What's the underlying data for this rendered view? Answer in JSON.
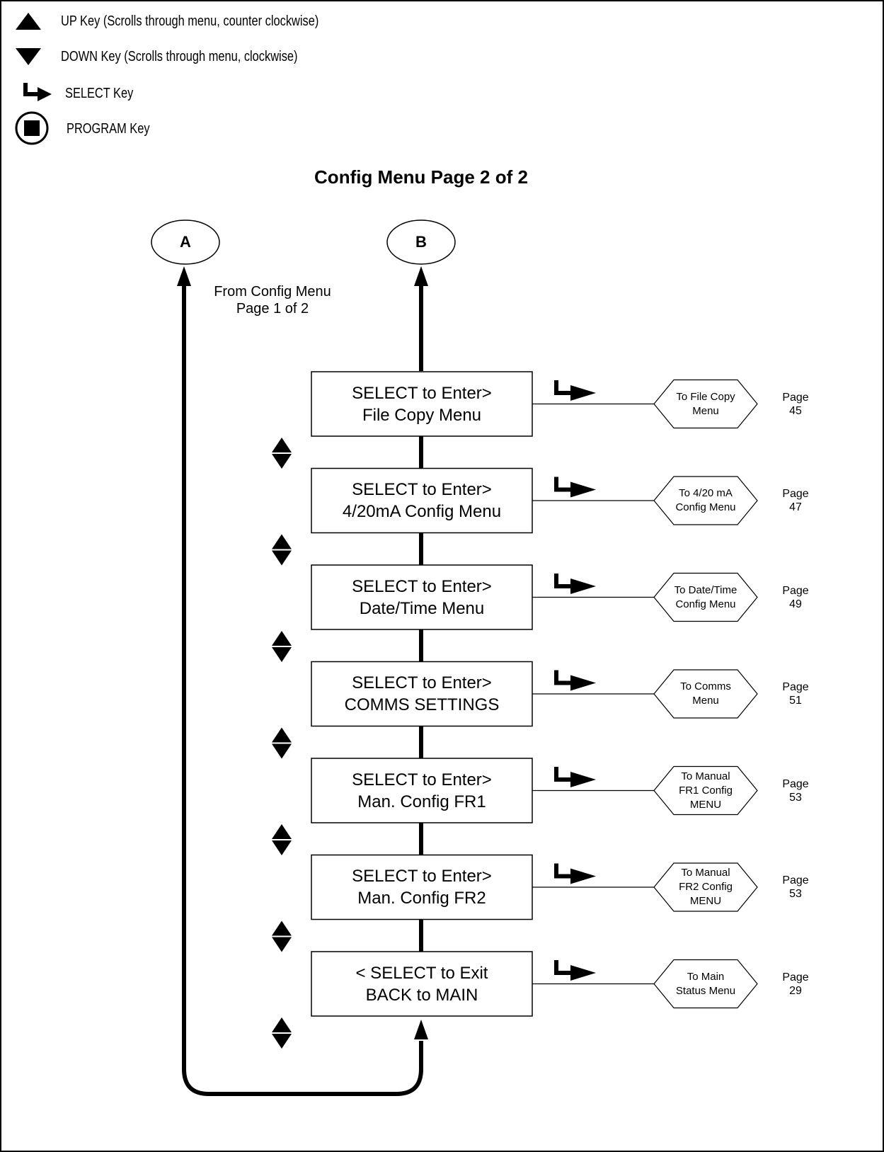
{
  "legend": [
    {
      "icon": "up-triangle-icon",
      "text": "UP Key (Scrolls through menu, counter clockwise)"
    },
    {
      "icon": "down-triangle-icon",
      "text": "DOWN Key (Scrolls through menu, clockwise)"
    },
    {
      "icon": "select-arrow-icon",
      "text": "SELECT Key"
    },
    {
      "icon": "program-key-icon",
      "text": "PROGRAM Key"
    }
  ],
  "title": "Config Menu Page 2 of 2",
  "connectors": {
    "a": "A",
    "b": "B"
  },
  "from_note": {
    "line1": "From Config Menu",
    "line2": "Page 1 of 2"
  },
  "menu": [
    {
      "line1": "SELECT to Enter>",
      "line2": "File Copy Menu",
      "target": [
        "To File Copy",
        "Menu"
      ],
      "page": [
        "Page",
        "45"
      ]
    },
    {
      "line1": "SELECT to Enter>",
      "line2": "4/20mA Config Menu",
      "target": [
        "To 4/20 mA",
        "Config Menu"
      ],
      "page": [
        "Page",
        "47"
      ]
    },
    {
      "line1": "SELECT to Enter>",
      "line2": "Date/Time Menu",
      "target": [
        "To Date/Time",
        "Config  Menu"
      ],
      "page": [
        "Page",
        "49"
      ]
    },
    {
      "line1": "SELECT to Enter>",
      "line2": "COMMS SETTINGS",
      "target": [
        "To Comms",
        "Menu"
      ],
      "page": [
        "Page",
        "51"
      ]
    },
    {
      "line1": "SELECT to Enter>",
      "line2": "Man. Config FR1",
      "target": [
        "To Manual",
        "FR1 Config",
        "MENU"
      ],
      "page": [
        "Page",
        "53"
      ]
    },
    {
      "line1": "SELECT to Enter>",
      "line2": "Man. Config FR2",
      "target": [
        "To Manual",
        "FR2 Config",
        "MENU"
      ],
      "page": [
        "Page",
        "53"
      ]
    },
    {
      "line1": "< SELECT to Exit",
      "line2": "BACK to MAIN",
      "target": [
        "To Main",
        "Status Menu"
      ],
      "page": [
        "Page",
        "29"
      ]
    }
  ]
}
